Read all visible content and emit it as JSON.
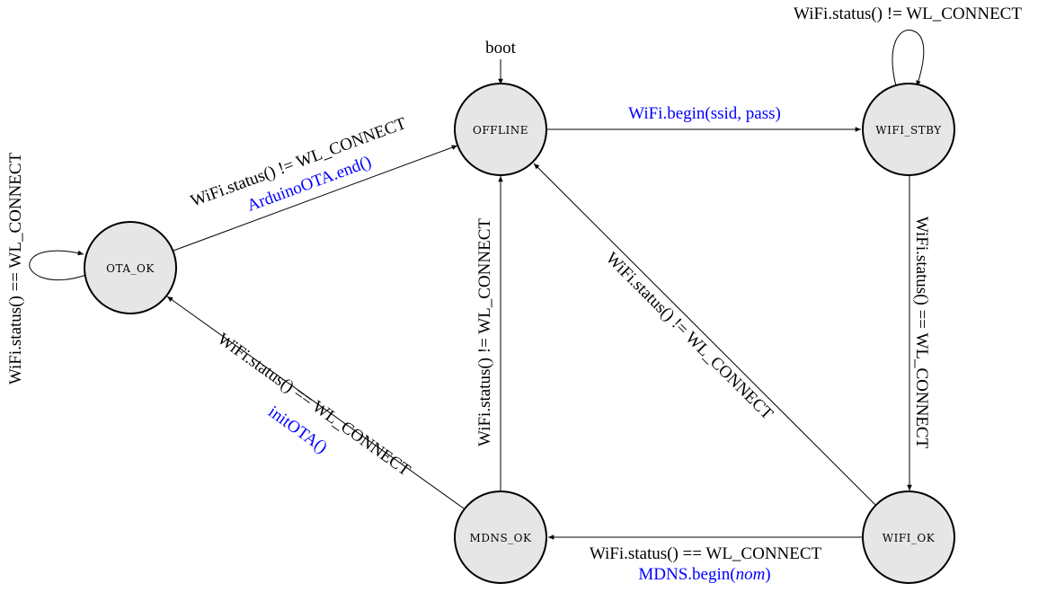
{
  "states": {
    "offline": "OFFLINE",
    "wifi_stby": "WIFI_STBY",
    "ota_ok": "OTA_OK",
    "mdns_ok": "MDNS_OK",
    "wifi_ok": "WIFI_OK"
  },
  "initial": {
    "label": "boot"
  },
  "transitions": {
    "offline_to_stby": {
      "action": "WiFi.begin(ssid, pass)"
    },
    "stby_self": {
      "condition": "WiFi.status() != WL_CONNECT"
    },
    "stby_to_wifiok": {
      "condition": "WiFi.status() == WL_CONNECT"
    },
    "wifiok_to_mdns": {
      "condition": "WiFi.status() == WL_CONNECT",
      "action_prefix": "MDNS.begin(",
      "action_arg": "nom",
      "action_suffix": ")"
    },
    "wifiok_to_offline": {
      "condition": "WiFi.status() != WL_CONNECT"
    },
    "mdns_to_offline": {
      "condition": "WiFi.status() != WL_CONNECT"
    },
    "mdns_to_ota": {
      "condition": "WiFi.status() == WL_CONNECT",
      "action": "initOTA()"
    },
    "ota_to_offline": {
      "condition": "WiFi.status() != WL_CONNECT",
      "action": "ArduinoOTA.end()"
    },
    "ota_self": {
      "condition": "WiFi.status() == WL_CONNECT"
    }
  },
  "colors": {
    "action_text": "#0000ff",
    "state_fill": "#e6e6e6"
  }
}
